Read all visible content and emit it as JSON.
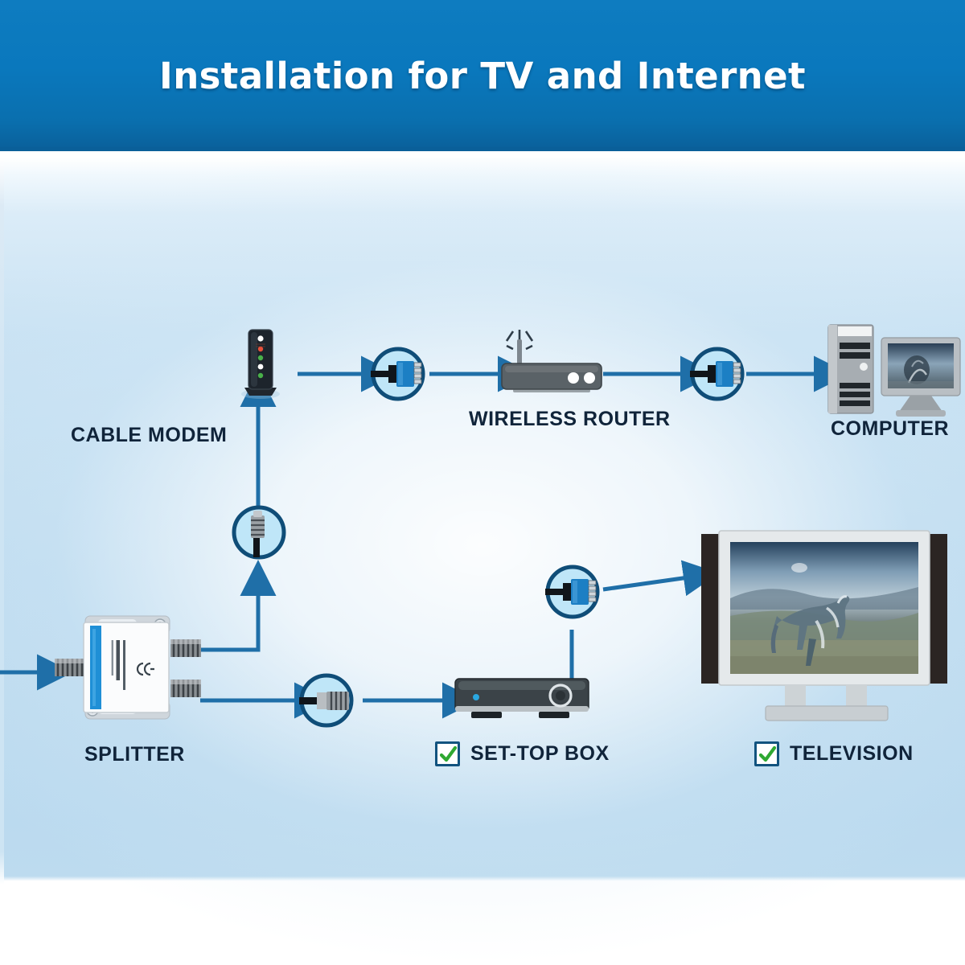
{
  "banner": {
    "title": "Installation for TV and Internet",
    "bg_color": "#0a78bd",
    "text_color": "#ffffff"
  },
  "theme": {
    "arrow_color": "#1f6fa8",
    "arrow_color_dark": "#12537f",
    "label_color": "#10243a",
    "stage_bg": "#c2dff1",
    "check_color": "#2fa832",
    "connector_circle_fill": "#bfe6f8",
    "connector_circle_stroke": "#0f4d78",
    "plug_blue": "#1c7fc4"
  },
  "nodes": [
    {
      "id": "splitter",
      "label": "SPLITTER",
      "icon": "coax-splitter-icon",
      "has_check": false
    },
    {
      "id": "cable-modem",
      "label": "CABLE MODEM",
      "icon": "cable-modem-icon",
      "has_check": false
    },
    {
      "id": "wireless-router",
      "label": "WIRELESS ROUTER",
      "icon": "wireless-router-icon",
      "has_check": false
    },
    {
      "id": "computer",
      "label": "COMPUTER",
      "icon": "desktop-computer-icon",
      "has_check": false
    },
    {
      "id": "set-top-box",
      "label": "SET-TOP BOX",
      "icon": "set-top-box-icon",
      "has_check": true
    },
    {
      "id": "television",
      "label": "TELEVISION",
      "icon": "television-icon",
      "has_check": true
    }
  ],
  "connectors": [
    {
      "id": "coax-to-modem",
      "type": "coax-connector-vertical",
      "between": "splitter-to-cable-modem"
    },
    {
      "id": "ethernet-modem-out",
      "type": "ethernet-plug-horizontal",
      "between": "cable-modem-to-wireless-router"
    },
    {
      "id": "ethernet-router-out",
      "type": "ethernet-plug-horizontal",
      "between": "wireless-router-to-computer"
    },
    {
      "id": "coax-to-stb",
      "type": "coax-connector-horizontal",
      "between": "splitter-to-set-top-box"
    },
    {
      "id": "hdmi-to-tv",
      "type": "ethernet-plug-horizontal",
      "between": "set-top-box-to-television"
    }
  ],
  "flows": [
    {
      "id": "incoming-cable-to-splitter",
      "from": "cable-inlet",
      "to": "splitter"
    },
    {
      "id": "splitter-to-coax-connector",
      "from": "splitter",
      "to": "coax-to-modem"
    },
    {
      "id": "coax-connector-to-modem",
      "from": "coax-to-modem",
      "to": "cable-modem"
    },
    {
      "id": "modem-to-router",
      "from": "cable-modem",
      "to": "wireless-router"
    },
    {
      "id": "router-to-computer",
      "from": "wireless-router",
      "to": "computer"
    },
    {
      "id": "splitter-to-set-top-box",
      "from": "splitter",
      "to": "set-top-box"
    },
    {
      "id": "set-top-box-to-television",
      "from": "set-top-box",
      "to": "television"
    }
  ],
  "checkmarks": {
    "set_top_box_checked": true,
    "television_checked": true
  }
}
